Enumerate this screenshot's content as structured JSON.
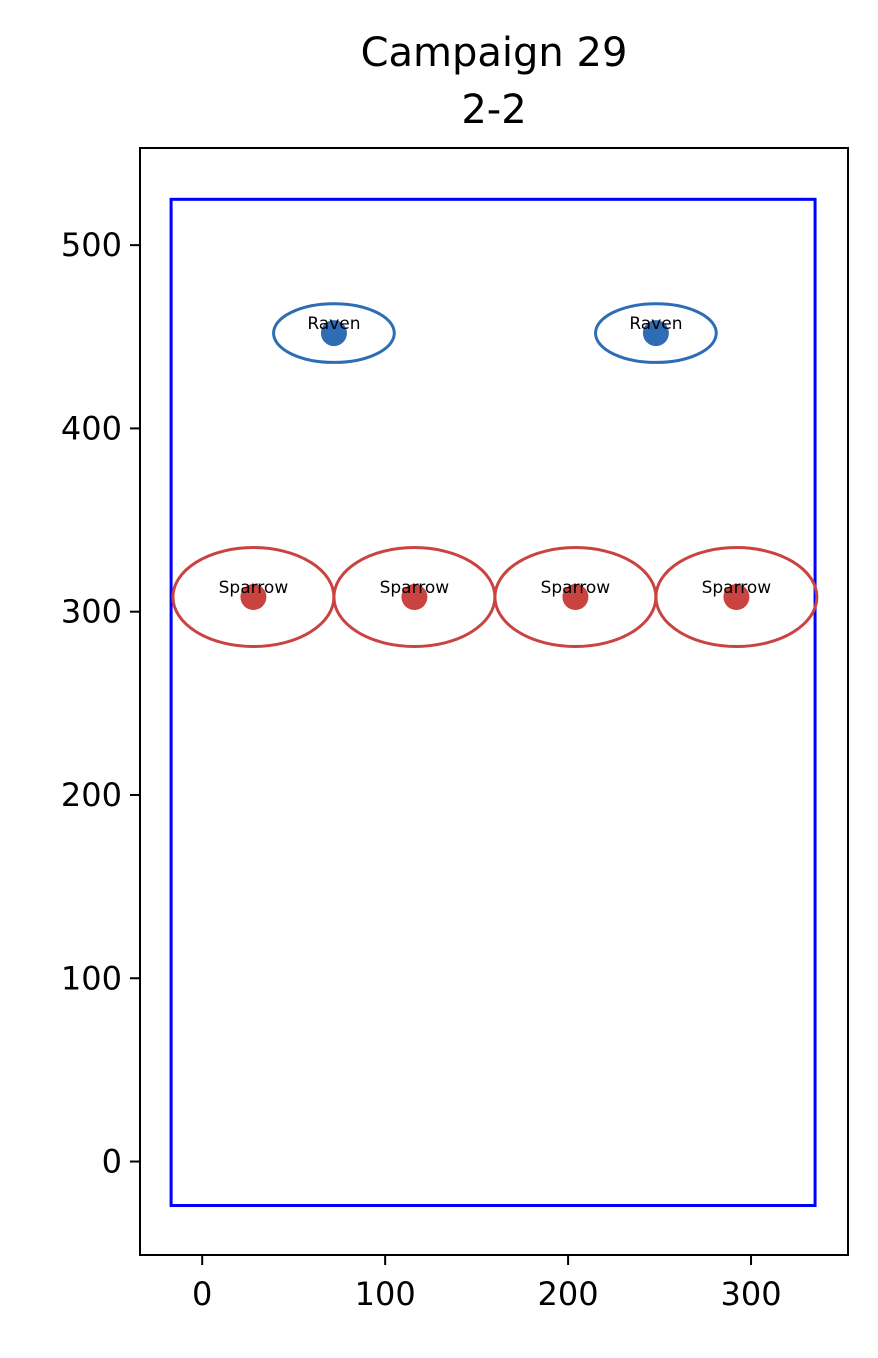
{
  "chart_data": {
    "type": "scatter",
    "title": "Campaign 29",
    "subtitle": "2-2",
    "xlabel": "",
    "ylabel": "",
    "xlim": [
      -34,
      353
    ],
    "ylim": [
      -51,
      553
    ],
    "xticks": [
      0,
      100,
      200,
      300
    ],
    "yticks": [
      0,
      100,
      200,
      300,
      400,
      500
    ],
    "grid": false,
    "boundary": {
      "x0": -17,
      "x1": 335,
      "y0": -24,
      "y1": 525,
      "color": "#0000ff"
    },
    "colors": {
      "Raven": "#2e6db4",
      "Sparrow": "#c94441"
    },
    "points": [
      {
        "label": "Raven",
        "x": 72,
        "y": 452,
        "rx": 33,
        "ry": 16
      },
      {
        "label": "Raven",
        "x": 248,
        "y": 452,
        "rx": 33,
        "ry": 16
      },
      {
        "label": "Sparrow",
        "x": 28,
        "y": 308,
        "rx": 44,
        "ry": 27
      },
      {
        "label": "Sparrow",
        "x": 116,
        "y": 308,
        "rx": 44,
        "ry": 27
      },
      {
        "label": "Sparrow",
        "x": 204,
        "y": 308,
        "rx": 44,
        "ry": 27
      },
      {
        "label": "Sparrow",
        "x": 292,
        "y": 308,
        "rx": 44,
        "ry": 27
      }
    ]
  }
}
